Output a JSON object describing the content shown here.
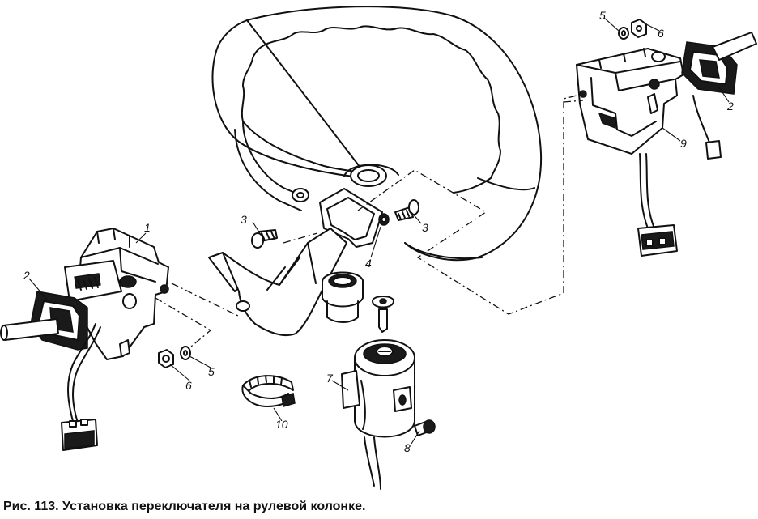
{
  "caption": "Рис. 113. Установка переключателя на рулевой колонке.",
  "labels": {
    "p1": "1",
    "p2_left": "2",
    "p2_right": "2",
    "p3_left": "3",
    "p3_right": "3",
    "p4": "4",
    "p5_left": "5",
    "p5_right": "5",
    "p6_left": "6",
    "p6_right": "6",
    "p7": "7",
    "p8": "8",
    "p9": "9",
    "p10": "10"
  }
}
